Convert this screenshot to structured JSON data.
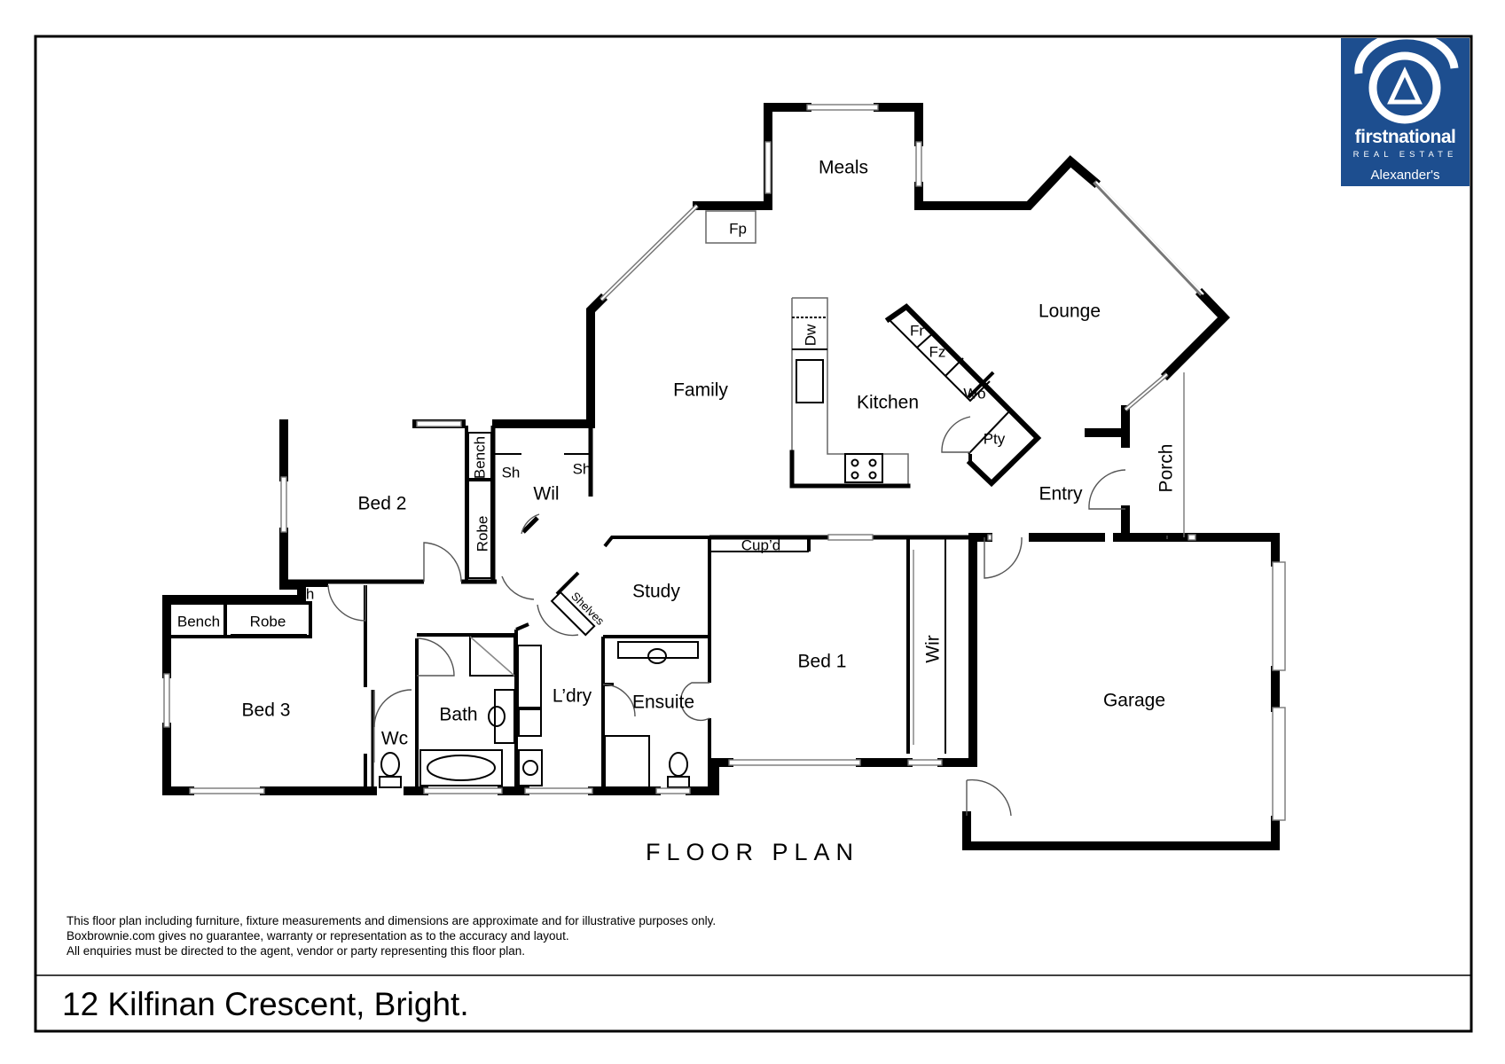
{
  "plan_title": "FLOOR PLAN",
  "address": "12 Kilfinan Crescent, Bright.",
  "disclaimer": [
    "This floor plan including furniture, fixture measurements and dimensions are approximate and for illustrative purposes only.",
    "Boxbrownie.com gives no guarantee, warranty or representation as to the accuracy and layout.",
    "All enquiries must be directed to the agent, vendor or party representing this floor plan."
  ],
  "logo": {
    "name": "firstnational",
    "sub": "REAL ESTATE",
    "office": "Alexander's",
    "bg_color": "#1d4e8f"
  },
  "rooms": {
    "meals": "Meals",
    "lounge": "Lounge",
    "family": "Family",
    "kitchen": "Kitchen",
    "entry": "Entry",
    "porch": "Porch",
    "bed2": "Bed 2",
    "wil": "Wil",
    "study": "Study",
    "bed1": "Bed 1",
    "wir": "Wir",
    "garage": "Garage",
    "bed3": "Bed 3",
    "bath": "Bath",
    "wc": "Wc",
    "laundry": "L’dry",
    "ensuite": "Ensuite"
  },
  "fixtures": {
    "fp": "Fp",
    "dw": "Dw",
    "fr": "Fr",
    "fz": "Fz",
    "wo": "Wo",
    "pty": "Pty",
    "bench_bed2": "Bench",
    "robe_bed2": "Robe",
    "sh_wil_left": "Sh",
    "sh_wil_right": "Sh",
    "sh_hall": "Sh",
    "bench_bed3": "Bench",
    "robe_bed3": "Robe",
    "cupd": "Cup’d",
    "shelves": "Shelves"
  }
}
